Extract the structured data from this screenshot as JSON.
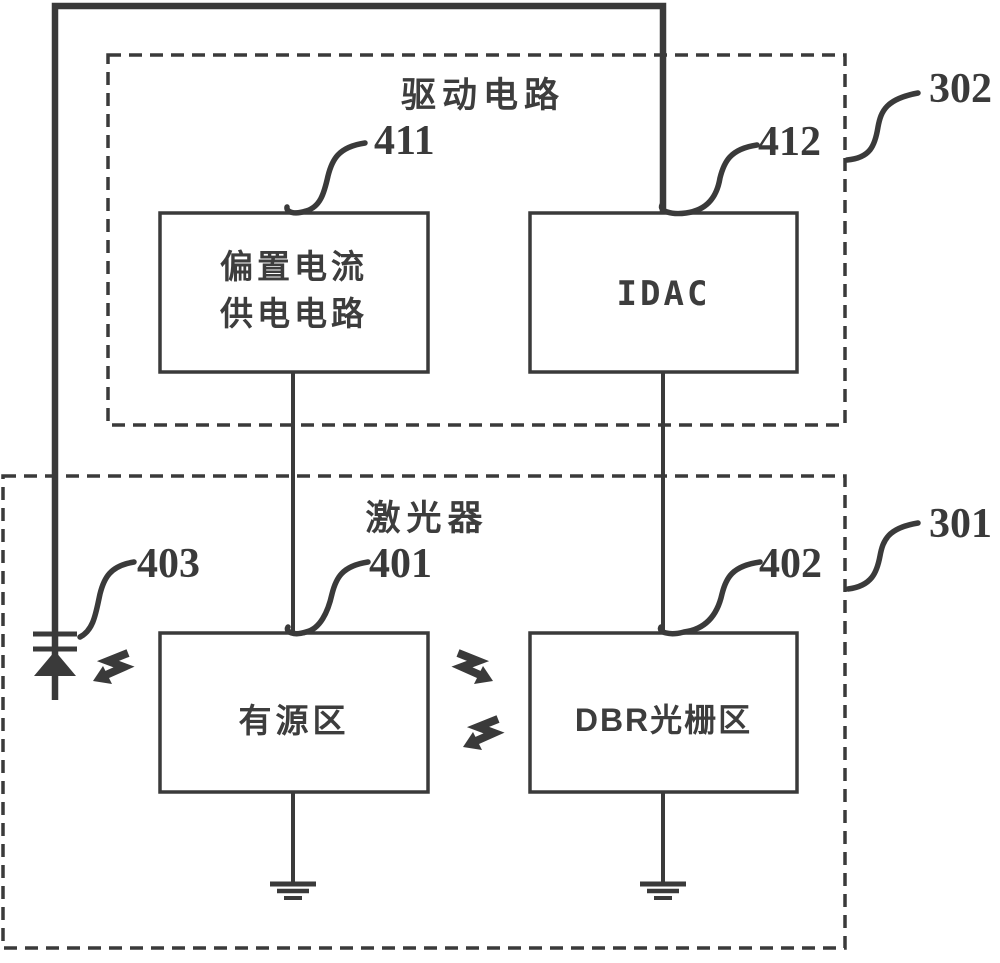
{
  "figure": {
    "background": "#ffffff",
    "line_color": "#3a3a3a",
    "drive_circuit": {
      "label": "驱动电路",
      "ref": "302",
      "blocks": [
        {
          "id": "bias-current-supply",
          "label_line1": "偏置电流",
          "label_line2": "供电电路",
          "ref": "411"
        },
        {
          "id": "idac",
          "label": "IDAC",
          "ref": "412"
        }
      ]
    },
    "laser": {
      "label": "激光器",
      "ref": "301",
      "blocks": [
        {
          "id": "active-region",
          "label": "有源区",
          "ref": "401"
        },
        {
          "id": "dbr-grating",
          "label": "DBR光栅区",
          "ref": "402"
        }
      ],
      "photodiode": {
        "ref": "403"
      }
    },
    "icons": {
      "photodiode": "photodiode-symbol",
      "ground": "ground-symbol",
      "light_arrow": "lightning-arrow"
    }
  }
}
